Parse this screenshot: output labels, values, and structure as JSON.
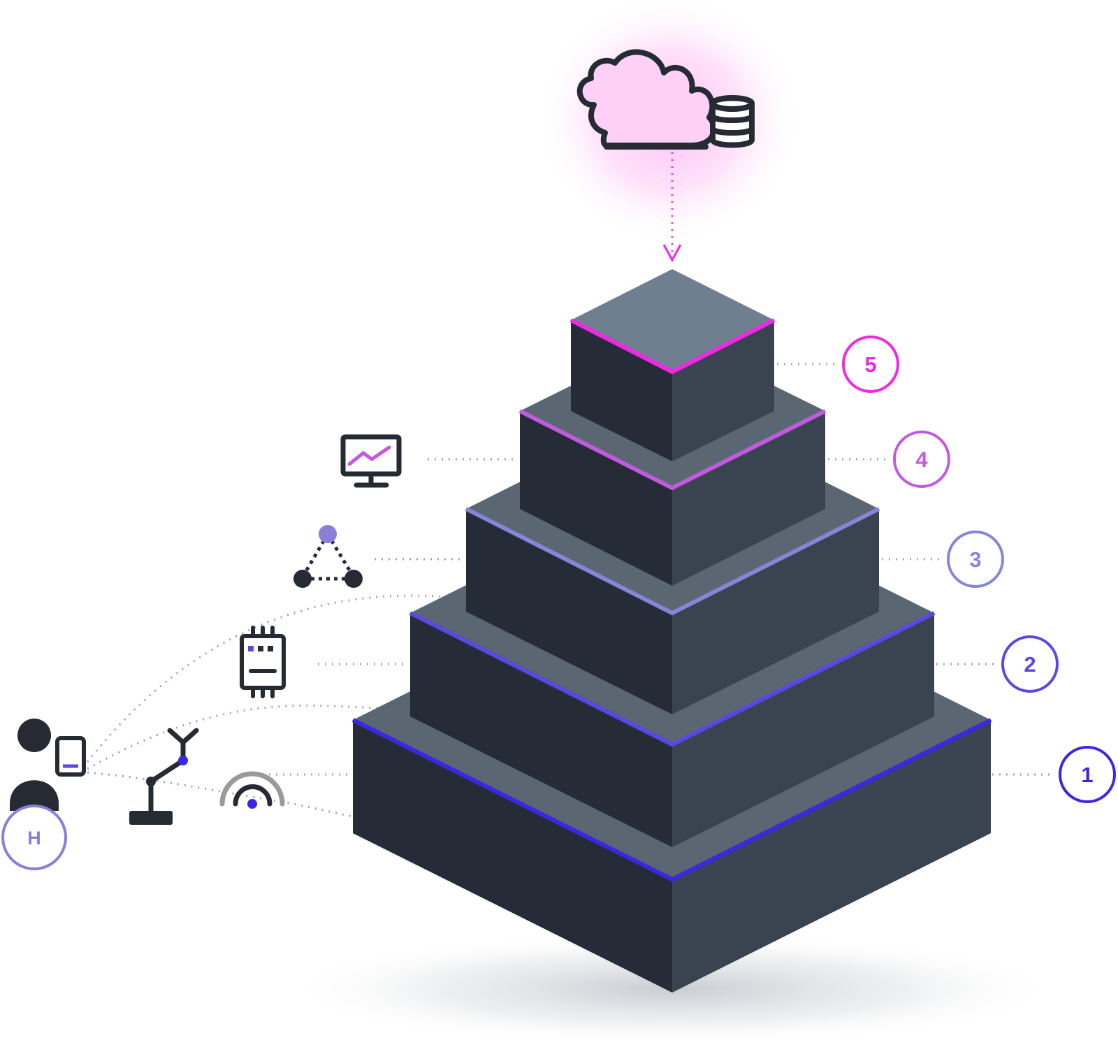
{
  "levels": [
    {
      "label": "1",
      "color": "#3b26e8"
    },
    {
      "label": "2",
      "color": "#5a48e6"
    },
    {
      "label": "3",
      "color": "#8486d8"
    },
    {
      "label": "4",
      "color": "#c25ae0"
    },
    {
      "label": "5",
      "color": "#f028e6"
    }
  ],
  "human": {
    "label": "H",
    "color": "#8a7fd8"
  },
  "colors": {
    "top_face": "#5b6673",
    "top_face_apex": "#6f7f8f",
    "left_face": "#262c37",
    "right_face": "#3a4450",
    "icon_stroke": "#252a33",
    "connector": "#9aa0c8",
    "cloud_glow": "#ffb8f4",
    "arrow": "#f028e6"
  },
  "icons": [
    "cloud-database-icon",
    "monitor-chart-icon",
    "network-nodes-icon",
    "chip-icon",
    "robot-arm-icon",
    "wireless-sensor-icon",
    "person-icon",
    "tablet-icon"
  ]
}
